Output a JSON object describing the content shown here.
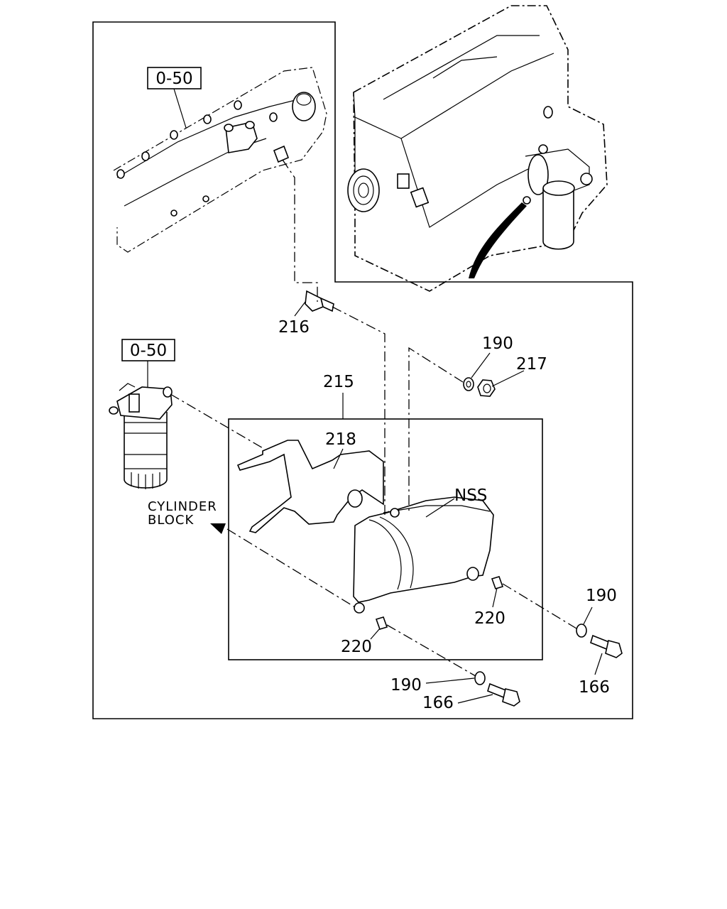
{
  "labels": {
    "ref_engine": "0-50",
    "ref_filter": "0-50",
    "p216": "216",
    "p190_top": "190",
    "p217": "217",
    "p215": "215",
    "p218": "218",
    "nss": "NSS",
    "cyl_line1": "CYLINDER",
    "cyl_line2": "BLOCK",
    "p220_right": "220",
    "p220_left": "220",
    "p190_right": "190",
    "p166_right": "166",
    "p190_bottom": "190",
    "p166_bottom": "166"
  }
}
